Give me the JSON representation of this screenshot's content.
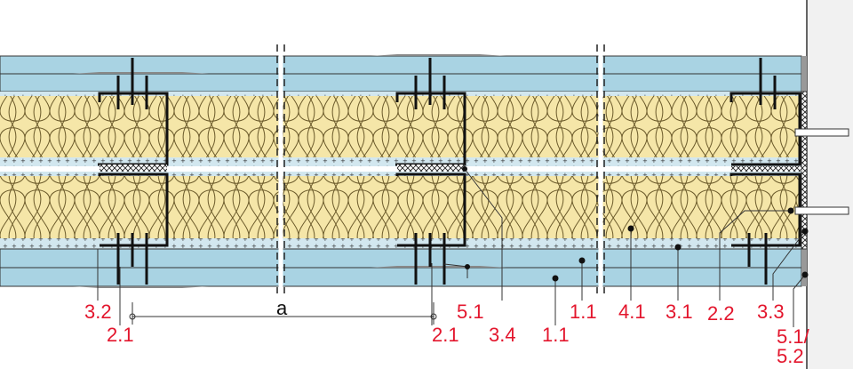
{
  "title": "Drywall wall section detail",
  "colors": {
    "board": "#a9d3e3",
    "insulation": "#f5e6a8",
    "label": "#e3162d",
    "wall": "#f1f1f1"
  },
  "dimension": {
    "label": "a"
  },
  "labels": [
    "3.2",
    "2.1",
    "5.1",
    "2.1",
    "3.4",
    "1.1",
    "1.1",
    "4.1",
    "3.1",
    "2.2",
    "3.3",
    "5.1/",
    "5.2"
  ]
}
